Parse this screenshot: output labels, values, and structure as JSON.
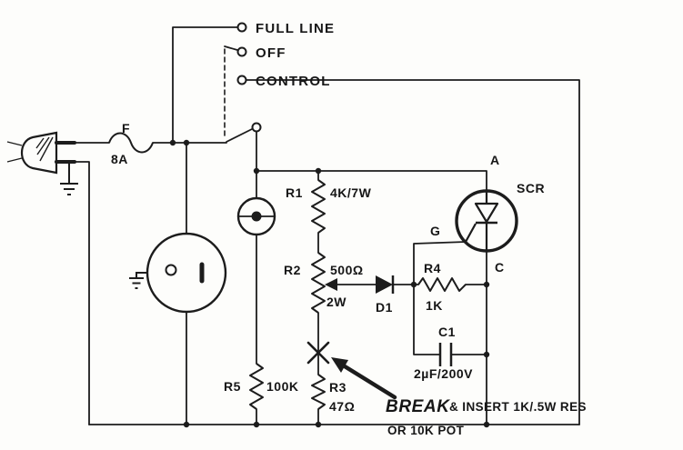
{
  "colors": {
    "ink": "#1c1c1c",
    "background": "#fdfdfb"
  },
  "switch": {
    "positions": [
      {
        "label": "FULL LINE"
      },
      {
        "label": "OFF"
      },
      {
        "label": "CONTROL"
      }
    ]
  },
  "fuse": {
    "designator": "F",
    "rating": "8A"
  },
  "components": {
    "r1": {
      "designator": "R1",
      "value": "4K/7W"
    },
    "r2": {
      "designator": "R2",
      "value": "500Ω",
      "power": "2W"
    },
    "r3": {
      "designator": "R3",
      "value": "47Ω"
    },
    "r4": {
      "designator": "R4",
      "value": "1K"
    },
    "r5": {
      "designator": "R5",
      "value": "100K"
    },
    "d1": {
      "designator": "D1"
    },
    "c1": {
      "designator": "C1",
      "value": "2µF/200V"
    },
    "scr": {
      "designator": "SCR",
      "terminals": {
        "anode": "A",
        "gate": "G",
        "cathode": "C"
      }
    }
  },
  "annotation": {
    "emphasis": "BREAK",
    "text": "& INSERT 1K/.5W RES",
    "text2": "OR 10K POT"
  }
}
